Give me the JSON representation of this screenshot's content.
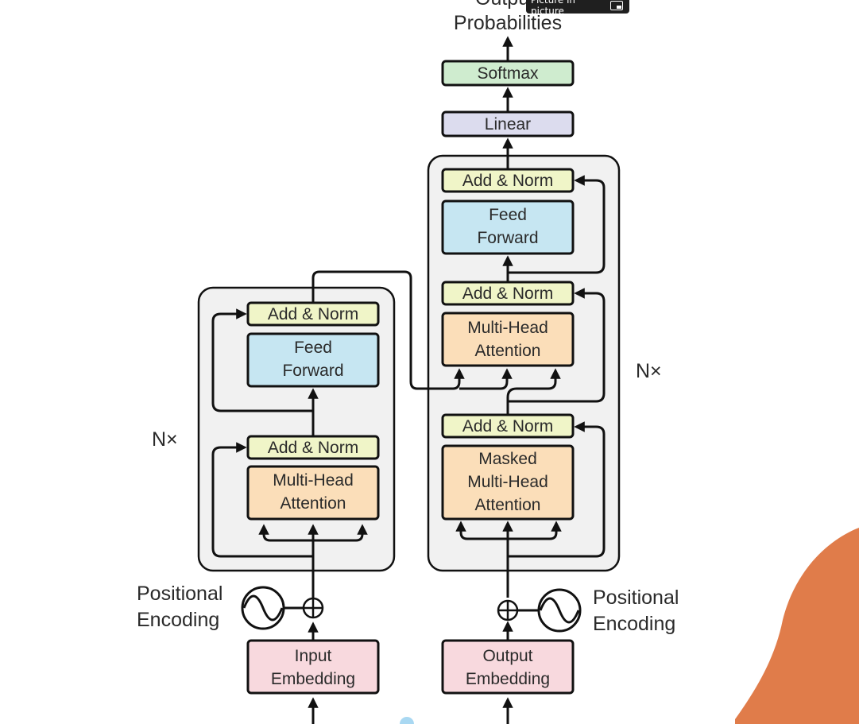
{
  "diagram": {
    "output_title_partial": "Outpu",
    "output_title": "Probabilities",
    "softmax": "Softmax",
    "linear": "Linear",
    "encoder": {
      "add_norm_top": "Add & Norm",
      "feed_forward_1": "Feed",
      "feed_forward_2": "Forward",
      "add_norm_bottom": "Add & Norm",
      "mha_1": "Multi-Head",
      "mha_2": "Attention",
      "repeat": "N×",
      "pos_enc_1": "Positional",
      "pos_enc_2": "Encoding",
      "embed_1": "Input",
      "embed_2": "Embedding"
    },
    "decoder": {
      "add_norm_top": "Add & Norm",
      "feed_forward_1": "Feed",
      "feed_forward_2": "Forward",
      "add_norm_mid": "Add & Norm",
      "mha_1": "Multi-Head",
      "mha_2": "Attention",
      "add_norm_bottom": "Add & Norm",
      "masked_1": "Masked",
      "masked_2": "Multi-Head",
      "masked_3": "Attention",
      "repeat": "N×",
      "pos_enc_1": "Positional",
      "pos_enc_2": "Encoding",
      "embed_1": "Output",
      "embed_2": "Embedding"
    }
  },
  "video_overlay": {
    "pip_label": "Picture in picture",
    "pip_icon": "picture-in-picture-icon"
  },
  "colors": {
    "softmax": "#cfeccf",
    "linear": "#dcdcee",
    "add_norm": "#f0f5c8",
    "feed_forward": "#c6e6f2",
    "attention": "#fbdeb9",
    "embedding": "#f8d9de",
    "stack_bg": "#f1f1f1",
    "presenter_shirt": "#e07c4a"
  }
}
